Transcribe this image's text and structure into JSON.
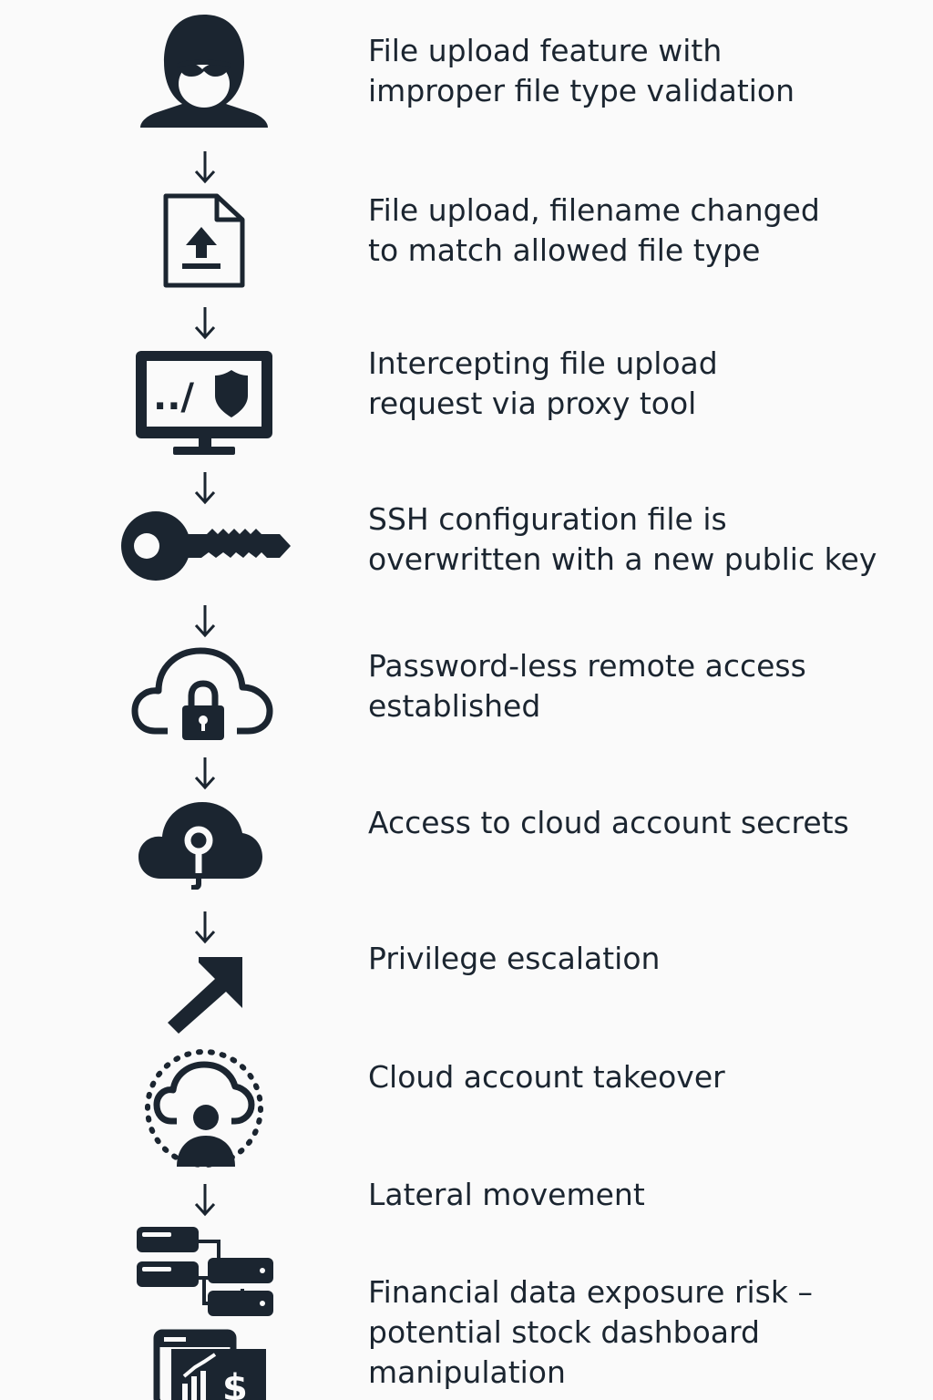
{
  "steps": [
    {
      "icon": "hooded-hacker-icon",
      "lines": [
        "File upload feature with",
        "improper file type validation"
      ]
    },
    {
      "icon": "file-upload-icon",
      "lines": [
        "File upload, filename changed",
        "to match allowed file type"
      ]
    },
    {
      "icon": "monitor-proxy-shield-icon",
      "lines": [
        "Intercepting file upload",
        "request via proxy tool"
      ]
    },
    {
      "icon": "key-icon",
      "lines": [
        "SSH configuration file is",
        "overwritten with a new public key"
      ]
    },
    {
      "icon": "cloud-lock-icon",
      "lines": [
        "Password-less remote access",
        "established"
      ]
    },
    {
      "icon": "cloud-keyhole-icon",
      "lines": [
        "Access to cloud account secrets"
      ]
    },
    {
      "icon": "diagonal-arrow-icon",
      "lines": [
        "Privilege escalation"
      ]
    },
    {
      "icon": "cloud-user-takeover-icon",
      "lines": [
        "Cloud account takeover"
      ]
    },
    {
      "icon": "network-servers-icon",
      "lines": [
        "Lateral movement"
      ]
    },
    {
      "icon": "stock-dashboard-dollar-icon",
      "lines": [
        "Financial data exposure risk –",
        "potential stock dashboard",
        "manipulation"
      ]
    }
  ],
  "colors": {
    "ink": "#1b2530",
    "background": "#fafafa"
  }
}
